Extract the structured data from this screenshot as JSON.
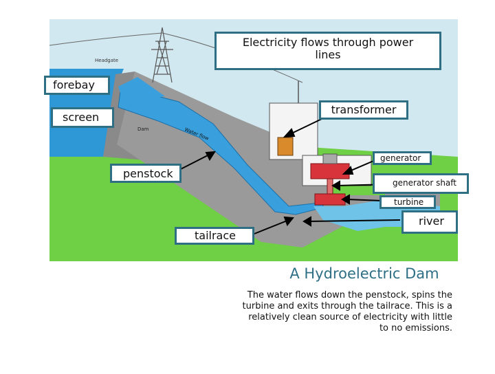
{
  "labels": {
    "electricity": "Electricity flows through power lines",
    "forebay": "forebay",
    "screen": "screen",
    "transformer": "transformer",
    "generator": "generator",
    "penstock": "penstock",
    "generator_shaft": "generator shaft",
    "turbine": "turbine",
    "river": "river",
    "tailrace": "tailrace"
  },
  "diagram_text": {
    "headgate": "Headgate",
    "dam": "Dam",
    "water_flow": "Water flow"
  },
  "caption": {
    "title": "A Hydroelectric Dam",
    "description": "The water flows down the penstock, spins the turbine and exits through the tailrace.  This is a relatively clean source of electricity with little to no emissions."
  },
  "colors": {
    "sky": "#d2e8f0",
    "grass": "#6fcf45",
    "concrete": "#8a8a8a",
    "water": "#3aa0dd",
    "label_border": "#2f6f83",
    "title": "#2e6f86"
  }
}
